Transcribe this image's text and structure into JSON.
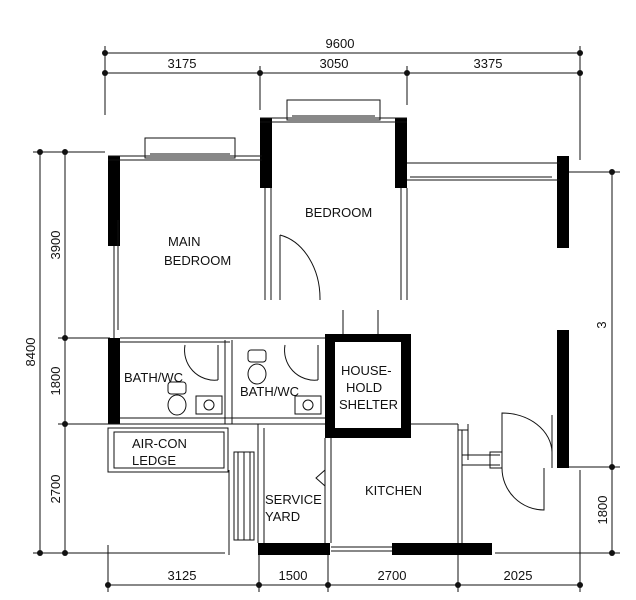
{
  "dimensions": {
    "top_total": "9600",
    "top_segments": [
      "3175",
      "3050",
      "3375"
    ],
    "bottom_segments": [
      "3125",
      "1500",
      "2700",
      "2025"
    ],
    "left_total": "8400",
    "left_segments": [
      "3900",
      "1800",
      "2700"
    ],
    "right_segments": [
      "3",
      "1800"
    ]
  },
  "rooms": {
    "main_bedroom": [
      "MAIN",
      "BEDROOM"
    ],
    "bedroom": "BEDROOM",
    "bath_wc_1": "BATH/WC",
    "bath_wc_2": "BATH/WC",
    "household_shelter": [
      "HOUSE-",
      "HOLD",
      "SHELTER"
    ],
    "air_con_ledge": [
      "AIR-CON",
      "LEDGE"
    ],
    "service_yard": [
      "SERVICE",
      "YARD"
    ],
    "kitchen": "KITCHEN"
  }
}
